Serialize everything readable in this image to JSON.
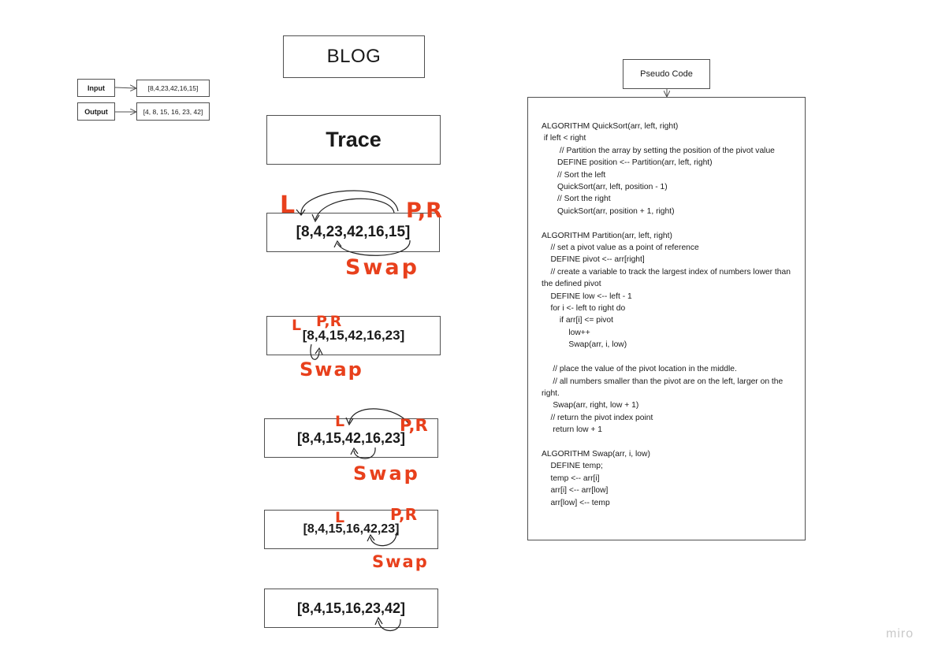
{
  "io": {
    "input_label": "Input",
    "input_value": "[8,4,23,42,16,15]",
    "output_label": "Output",
    "output_value": "[4, 8, 15, 16, 23, 42]"
  },
  "blog_title": "BLOG",
  "trace_title": "Trace",
  "trace_steps": [
    {
      "array": "[8,4,23,42,16,15]",
      "left_mark": "L",
      "pivot_mark": "P,R",
      "swap_label": "Swap"
    },
    {
      "array": "[8,4,15,42,16,23]",
      "left_mark": "L",
      "pivot_mark": "P,R",
      "swap_label": "Swap"
    },
    {
      "array": "[8,4,15,42,16,23]",
      "left_mark": "L",
      "pivot_mark": "P,R",
      "swap_label": "Swap"
    },
    {
      "array": "[8,4,15,16,42,23]",
      "left_mark": "L",
      "pivot_mark": "P,R",
      "swap_label": "Swap"
    },
    {
      "array": "[8,4,15,16,23,42]"
    }
  ],
  "pseudo": {
    "title": "Pseudo Code",
    "lines": [
      "ALGORITHM QuickSort(arr, left, right)",
      " if left < right",
      "        // Partition the array by setting the position of the pivot value",
      "       DEFINE position <-- Partition(arr, left, right)",
      "       // Sort the left",
      "       QuickSort(arr, left, position - 1)",
      "       // Sort the right",
      "       QuickSort(arr, position + 1, right)",
      "",
      "ALGORITHM Partition(arr, left, right)",
      "    // set a pivot value as a point of reference",
      "    DEFINE pivot <-- arr[right]",
      "    // create a variable to track the largest index of numbers lower than the defined pivot",
      "    DEFINE low <-- left - 1",
      "    for i <- left to right do",
      "        if arr[i] <= pivot",
      "            low++",
      "            Swap(arr, i, low)",
      "",
      "     // place the value of the pivot location in the middle.",
      "     // all numbers smaller than the pivot are on the left, larger on the right.",
      "     Swap(arr, right, low + 1)",
      "    // return the pivot index point",
      "     return low + 1",
      "",
      "ALGORITHM Swap(arr, i, low)",
      "    DEFINE temp;",
      "    temp <-- arr[i]",
      "    arr[i] <-- arr[low]",
      "    arr[low] <-- temp"
    ]
  },
  "watermark": "miro",
  "colors": {
    "annotation": "#e8401c",
    "border": "#505050"
  }
}
